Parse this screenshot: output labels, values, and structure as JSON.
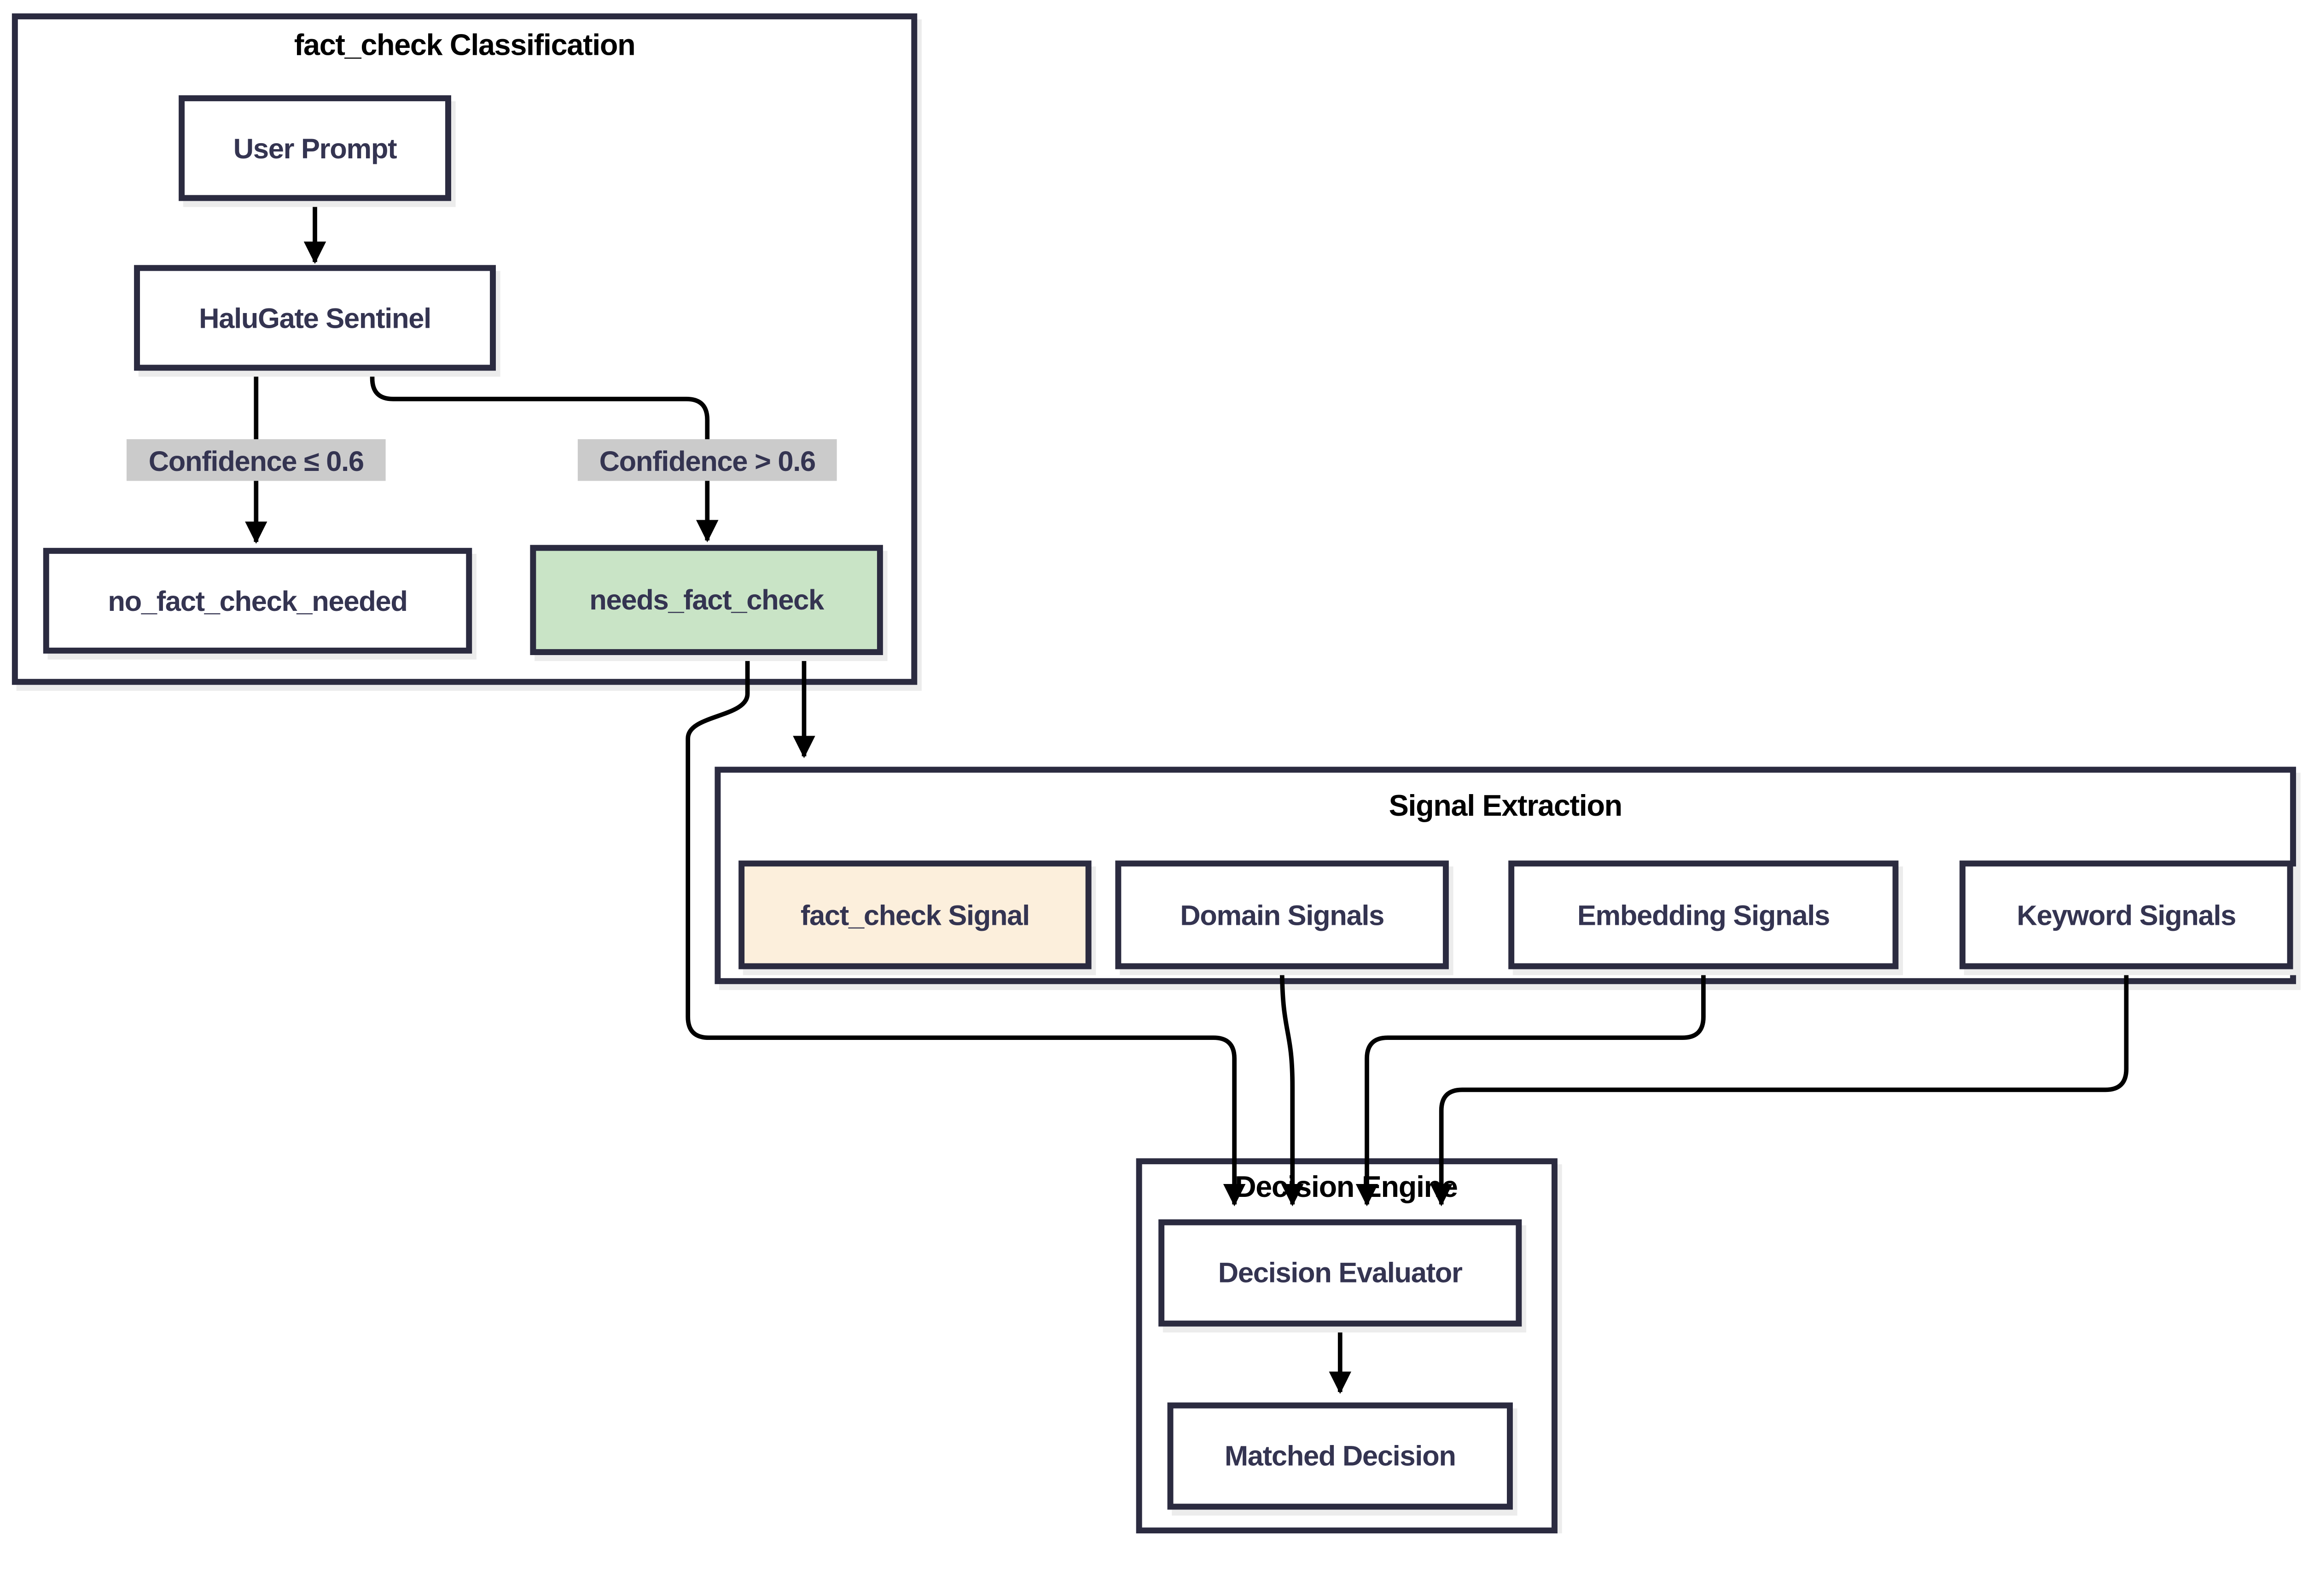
{
  "diagram": {
    "type": "flowchart",
    "background": "#ffffff",
    "groups": {
      "classification": {
        "title": "fact_check Classification"
      },
      "signal_extraction": {
        "title": "Signal Extraction"
      },
      "decision_engine": {
        "title": "Decision Engine"
      }
    },
    "nodes": {
      "user_prompt": {
        "label": "User Prompt",
        "fill": "#ffffff"
      },
      "halugate_sentinel": {
        "label": "HaluGate Sentinel",
        "fill": "#ffffff"
      },
      "no_fact_check_needed": {
        "label": "no_fact_check_needed",
        "fill": "#ffffff"
      },
      "needs_fact_check": {
        "label": "needs_fact_check",
        "fill": "#c9e4c6"
      },
      "fact_check_signal": {
        "label": "fact_check Signal",
        "fill": "#fcefdc"
      },
      "domain_signals": {
        "label": "Domain Signals",
        "fill": "#ffffff"
      },
      "embedding_signals": {
        "label": "Embedding Signals",
        "fill": "#ffffff"
      },
      "keyword_signals": {
        "label": "Keyword Signals",
        "fill": "#ffffff"
      },
      "decision_evaluator": {
        "label": "Decision Evaluator",
        "fill": "#ffffff"
      },
      "matched_decision": {
        "label": "Matched Decision",
        "fill": "#ffffff"
      }
    },
    "edge_labels": {
      "low_confidence": "Confidence ≤ 0.6",
      "high_confidence": "Confidence > 0.6"
    },
    "edges": [
      {
        "from": "User Prompt",
        "to": "HaluGate Sentinel",
        "label": ""
      },
      {
        "from": "HaluGate Sentinel",
        "to": "no_fact_check_needed",
        "label": "Confidence ≤ 0.6"
      },
      {
        "from": "HaluGate Sentinel",
        "to": "needs_fact_check",
        "label": "Confidence > 0.6"
      },
      {
        "from": "needs_fact_check",
        "to": "Signal Extraction",
        "label": ""
      },
      {
        "from": "needs_fact_check",
        "to": "Decision Evaluator",
        "label": ""
      },
      {
        "from": "Domain Signals",
        "to": "Decision Evaluator",
        "label": ""
      },
      {
        "from": "Embedding Signals",
        "to": "Decision Evaluator",
        "label": ""
      },
      {
        "from": "Keyword Signals",
        "to": "Decision Evaluator",
        "label": ""
      },
      {
        "from": "Decision Evaluator",
        "to": "Matched Decision",
        "label": ""
      }
    ],
    "colors": {
      "node_border": "#2b2b40",
      "node_text": "#343451",
      "group_title_text": "#000000",
      "edge": "#000000",
      "edge_label_bg": "#cbcbcb",
      "highlight_green": "#c9e4c6",
      "highlight_peach": "#fcefdc",
      "shadow": "#ececec"
    }
  }
}
